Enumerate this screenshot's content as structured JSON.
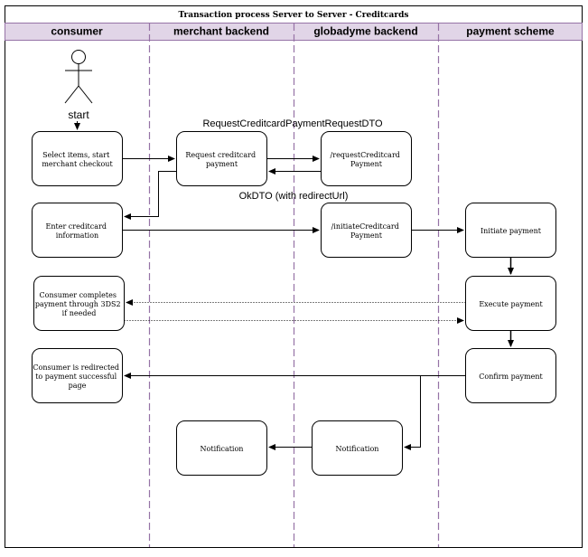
{
  "diagram": {
    "title": "Transaction process Server to Server - Creditcards",
    "lanes": [
      "consumer",
      "merchant backend",
      "globadyme backend",
      "payment scheme"
    ],
    "start_label": "start",
    "nodes": {
      "select_items": [
        "Select items, start",
        "merchant checkout"
      ],
      "request_payment": [
        "Request creditcard",
        "payment"
      ],
      "request_creditcard_payment": [
        "/requestCreditcard",
        "Payment"
      ],
      "enter_creditcard": [
        "Enter creditcard",
        "information"
      ],
      "initiate_creditcard_payment": [
        "/initiateCreditcard",
        "Payment"
      ],
      "initiate_payment": [
        "Initiate payment"
      ],
      "consumer_completes": [
        "Consumer completes",
        "payment through 3DS2",
        "if needed"
      ],
      "execute_payment": [
        "Execute payment"
      ],
      "consumer_redirected": [
        "Consumer is redirected",
        "to payment successful",
        "page"
      ],
      "confirm_payment": [
        "Confirm payment"
      ],
      "notification_merchant": [
        "Notification"
      ],
      "notification_globadyme": [
        "Notification"
      ]
    },
    "edge_labels": {
      "request_dto": "RequestCreditcardPaymentRequestDTO",
      "ok_dto": "OkDTO (with redirectUrl)"
    },
    "colors": {
      "lane_header_fill": "#e1d5e7",
      "lane_divider": "#9673a6",
      "stroke": "#000000"
    }
  }
}
